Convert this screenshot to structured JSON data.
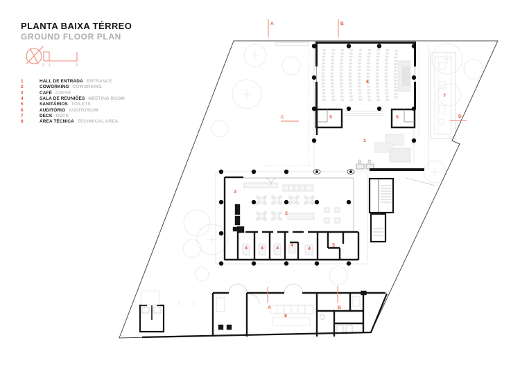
{
  "header": {
    "title": "PLANTA BAIXA TÉRREO",
    "subtitle": "GROUND FLOOR PLAN"
  },
  "scale_bar": {
    "t0": "0",
    "t1": "1",
    "t5": "5"
  },
  "legend": {
    "items": [
      {
        "num": "1",
        "pt": "HALL DE ENTRADA",
        "en": "ENTRANCE"
      },
      {
        "num": "2",
        "pt": "COWORKING",
        "en": "COWORKING"
      },
      {
        "num": "3",
        "pt": "CAFÉ",
        "en": "COFFE"
      },
      {
        "num": "4",
        "pt": "SALA DE REUNIÕES",
        "en": "MEETING ROOM"
      },
      {
        "num": "5",
        "pt": "SANITÁRIOS",
        "en": "TOILETS"
      },
      {
        "num": "6",
        "pt": "AUDITÓRIO",
        "en": "AUDITORIUM"
      },
      {
        "num": "7",
        "pt": "DECK",
        "en": "DECK"
      },
      {
        "num": "8",
        "pt": "ÁREA TÉCNICA",
        "en": "TECHNICAL AREA"
      }
    ]
  },
  "plan": {
    "labels": {
      "hall": "1",
      "coworking": "2",
      "cafe": "3",
      "meeting": "4",
      "toilets": "5",
      "auditorium": "6",
      "deck": "7",
      "technical": "8"
    },
    "markers": {
      "a": "A",
      "b": "B",
      "c": "C",
      "d": "D"
    },
    "faint_refs": {
      "two": "2",
      "one": "1"
    },
    "colors": {
      "accent_red": "#e84b30",
      "marker_salmon": "#f19384",
      "scale_salmon": "#ef8b7b",
      "wall_black": "#161616",
      "furniture_grey": "#e2e2e2",
      "translation_grey": "#bcbcbc"
    }
  }
}
